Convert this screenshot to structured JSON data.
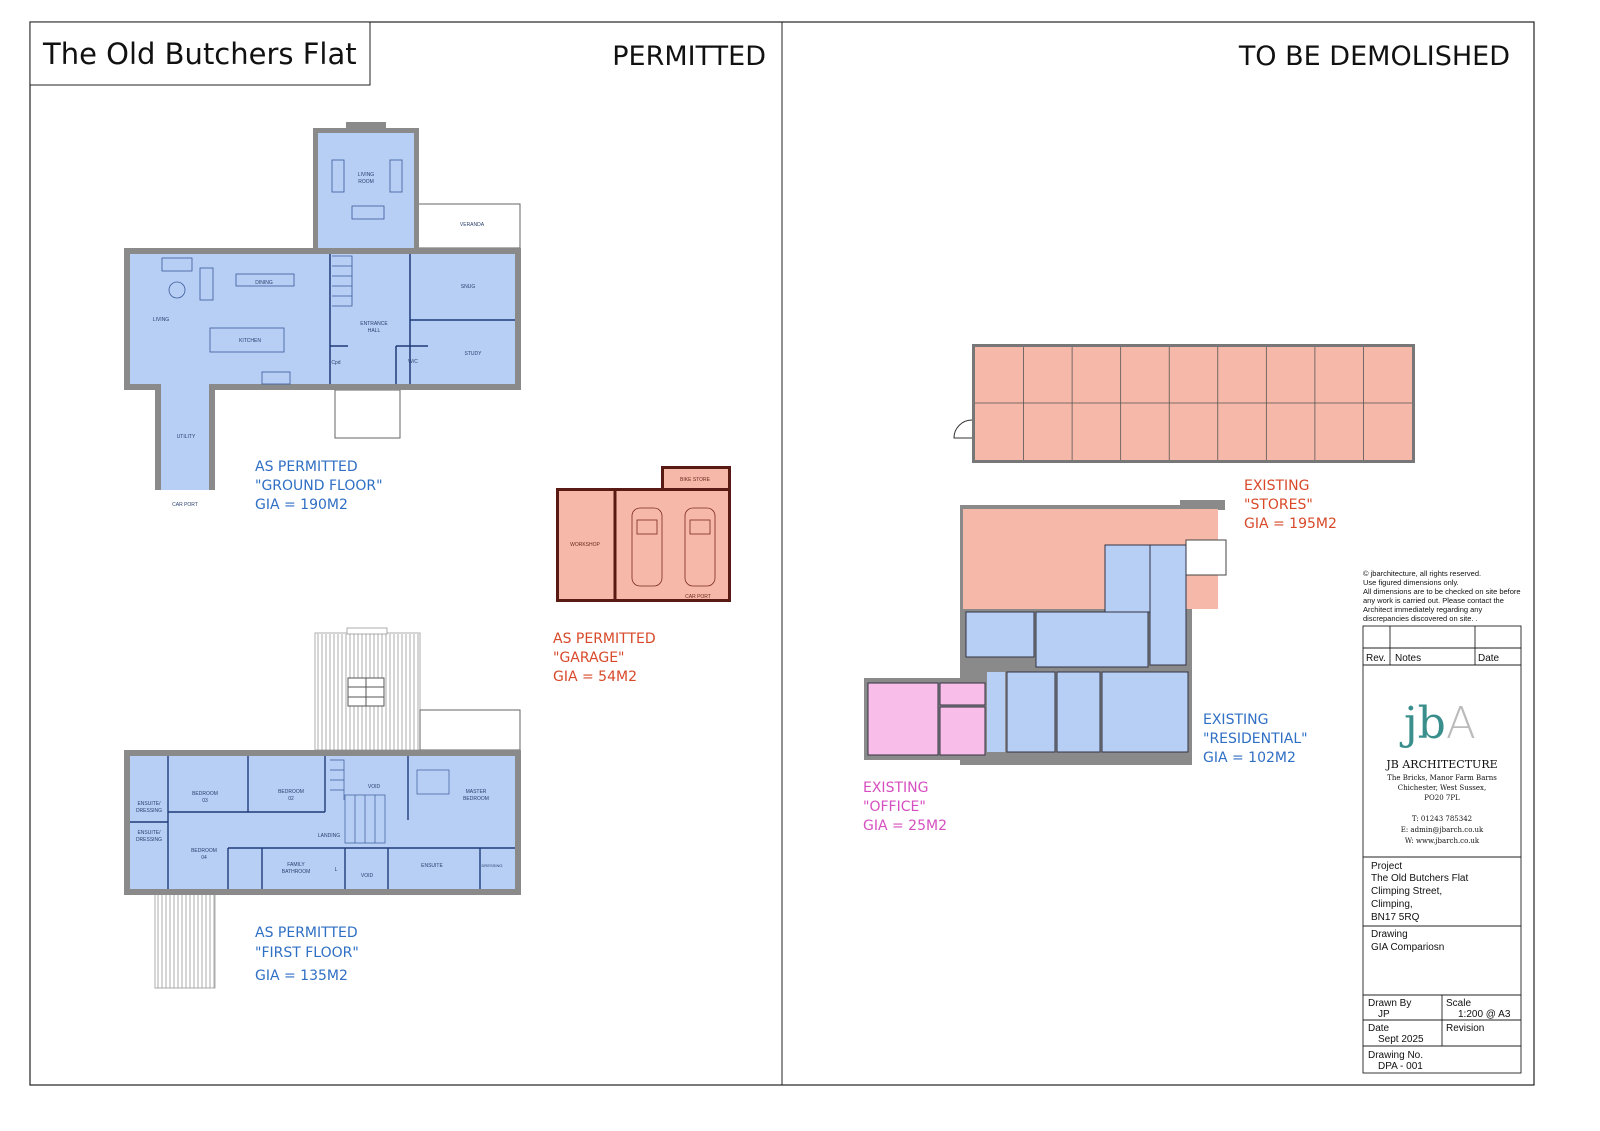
{
  "title": "The Old Butchers Flat",
  "headers": {
    "left": "PERMITTED",
    "right": "TO BE DEMOLISHED"
  },
  "colors": {
    "permitted_blue": "#2f6fc4",
    "garage_red": "#d8492a",
    "office_pink": "#d64fc0",
    "fill_blue": "#b7cff5",
    "fill_salmon": "#f6b8a8",
    "fill_pink": "#f8bde9",
    "logo_teal": "#3a8f8c"
  },
  "ground_floor": {
    "rooms": {
      "living_room": [
        "LIVING",
        "ROOM"
      ],
      "veranda": "VERANDA",
      "dining": "DINING",
      "living": "LIVING",
      "kitchen": "KITCHEN",
      "snug": "SNUG",
      "entrance_hall": [
        "ENTRANCE",
        "HALL"
      ],
      "study": "STUDY",
      "cpd": "Cpd",
      "wc": "W/C",
      "utility": "UTILITY",
      "car_port": "CAR PORT"
    },
    "label": [
      "AS PERMITTED",
      "\"GROUND FLOOR\"",
      "GIA = 190M2"
    ]
  },
  "first_floor": {
    "rooms": {
      "ensuite_dressing_1": [
        "ENSUITE/",
        "DRESSING"
      ],
      "ensuite_dressing_2": [
        "ENSUITE/",
        "DRESSING"
      ],
      "bedroom_03": [
        "BEDROOM",
        "03"
      ],
      "bedroom_02": [
        "BEDROOM",
        "02"
      ],
      "bedroom_04": [
        "BEDROOM",
        "04"
      ],
      "void_1": "VOID",
      "void_2": "VOID",
      "master_bedroom": [
        "MASTER",
        "BEDROOM"
      ],
      "landing": "LANDING",
      "family_bathroom": [
        "FAMILY",
        "BATHROOM"
      ],
      "l": "L",
      "ensuite": "ENSUITE",
      "dressing": "DRESSING"
    },
    "label": [
      "AS PERMITTED",
      "\"FIRST FLOOR\"",
      "GIA = 135M2"
    ]
  },
  "garage": {
    "rooms": {
      "workshop": "WORKSHOP",
      "bike_store": "BIKE STORE",
      "car_port": "CAR PORT"
    },
    "label": [
      "AS PERMITTED",
      "\"GARAGE\"",
      "GIA = 54M2"
    ]
  },
  "existing": {
    "stores_label": [
      "EXISTING",
      "\"STORES\"",
      "GIA = 195M2"
    ],
    "residential_label": [
      "EXISTING",
      "\"RESIDENTIAL\"",
      "GIA = 102M2"
    ],
    "office_label": [
      "EXISTING",
      "\"OFFICE\"",
      "GIA = 25M2"
    ]
  },
  "title_block": {
    "notes": [
      "© jbarchitecture, all rights reserved.",
      "Use figured dimensions only.",
      "All dimensions are to be checked on site before",
      "any work is carried out. Please contact the",
      "Architect immediately regarding any",
      "discrepancies discovered on site. ."
    ],
    "rev_header": "Rev.",
    "notes_header": "Notes",
    "date_header": "Date",
    "logo_text": "jbA",
    "firm": "JB ARCHITECTURE",
    "address": [
      "The Bricks, Manor Farm Barns",
      "Chichester, West Sussex,",
      "PO20 7PL"
    ],
    "contact": [
      "T: 01243 785342",
      "E: admin@jbarch.co.uk",
      "W: www.jbarch.co.uk"
    ],
    "project_label": "Project",
    "project": [
      "The Old Butchers Flat",
      "Climping Street,",
      "Climping,",
      "BN17 5RQ"
    ],
    "drawing_label": "Drawing",
    "drawing": "GIA Compariosn",
    "drawn_by_label": "Drawn By",
    "drawn_by": "JP",
    "scale_label": "Scale",
    "scale": "1:200 @ A3",
    "date_label": "Date",
    "date": "Sept 2025",
    "revision_label": "Revision",
    "drawing_no_label": "Drawing No.",
    "drawing_no": "DPA - 001"
  }
}
